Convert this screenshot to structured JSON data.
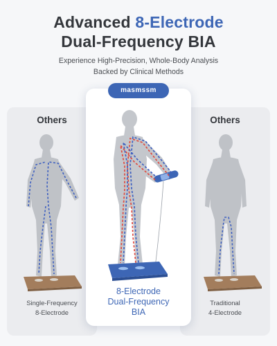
{
  "headline": {
    "part1": "Advanced ",
    "accent": "8-Electrode",
    "line2": "Dual-Frequency BIA"
  },
  "subheadline": {
    "line1": "Experience High-Precision, Whole-Body Analysis",
    "line2": "Backed by Clinical Methods"
  },
  "brand": {
    "name": "masmssm"
  },
  "panels": {
    "left": {
      "title": "Others",
      "caption_line1": "Single-Frequency",
      "caption_line2": "8-Electrode"
    },
    "center": {
      "caption_line1": "8-Electrode",
      "caption_line2": "Dual-Frequency",
      "caption_line3": "BIA"
    },
    "right": {
      "title": "Others",
      "caption_line1": "Traditional",
      "caption_line2": "4-Electrode"
    }
  },
  "colors": {
    "accent": "#3d66b5",
    "current_red": "#e04a3f",
    "current_blue": "#3d5fc0",
    "figure_gray": "#bfc2c7",
    "scale_wood": "#a37d5c"
  }
}
